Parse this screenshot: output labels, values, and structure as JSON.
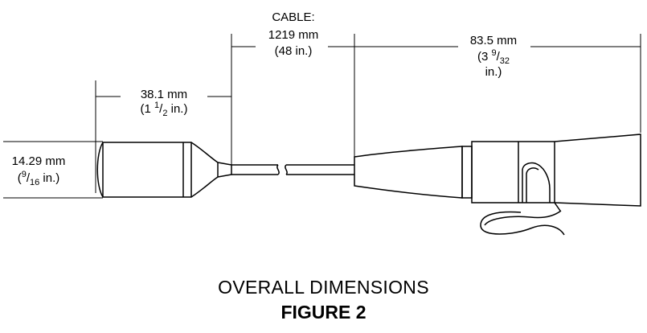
{
  "figure": {
    "caption_title": "OVERALL DIMENSIONS",
    "caption_figure": "FIGURE 2"
  },
  "dimensions": {
    "cable": {
      "label": "CABLE:",
      "metric": "1219 mm",
      "imperial": "(48 in.)"
    },
    "head_length": {
      "metric": "38.1 mm",
      "imperial_open": "(1 ",
      "imperial_num": "1",
      "imperial_slash": "/",
      "imperial_den": "2",
      "imperial_close": " in.)"
    },
    "connector_length": {
      "metric": "83.5 mm",
      "imperial_open": "(3 ",
      "imperial_num": "9",
      "imperial_slash": "/",
      "imperial_den": "32",
      "imperial_line2": "in.)"
    },
    "head_diameter": {
      "metric": "14.29 mm",
      "imperial_open": "(",
      "imperial_num": "9",
      "imperial_slash": "/",
      "imperial_den": "16",
      "imperial_close": " in.)"
    }
  }
}
